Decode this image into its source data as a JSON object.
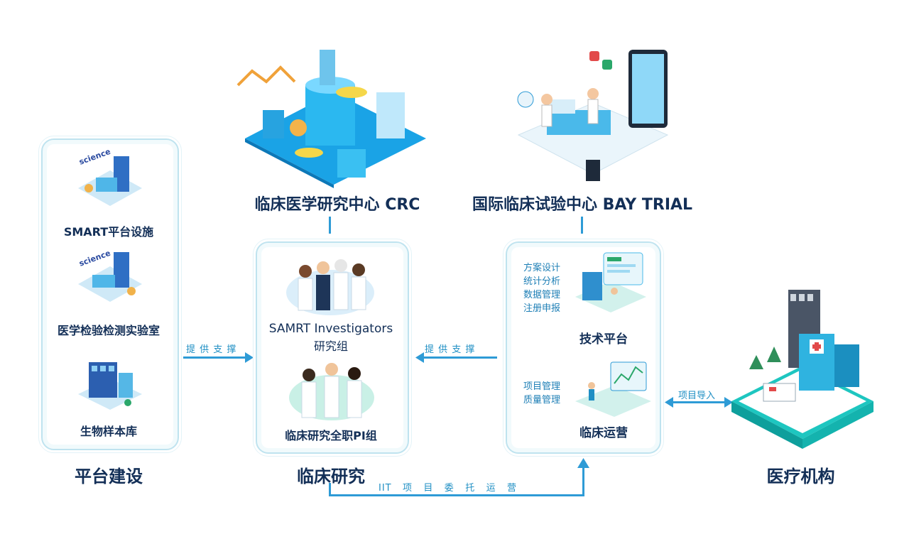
{
  "top": {
    "crc_title": "临床医学研究中心 CRC",
    "bay_title": "国际临床试验中心 BAY TRIAL"
  },
  "platform": {
    "items": [
      "SMART平台设施",
      "医学检验检测实验室",
      "生物样本库"
    ],
    "caption": "平台建设",
    "science_label": "science"
  },
  "research": {
    "group1_line1": "SAMRT Investigators",
    "group1_line2": "研究组",
    "group2": "临床研究全职PI组",
    "caption": "临床研究"
  },
  "ops": {
    "tech_items": [
      "方案设计",
      "统计分析",
      "数据管理",
      "注册申报"
    ],
    "tech_label": "技术平台",
    "clinical_items": [
      "项目管理",
      "质量管理"
    ],
    "clinical_label": "临床运营"
  },
  "institution": {
    "caption": "医疗机构"
  },
  "arrows": {
    "support_left": "提 供 支 撑",
    "support_right": "提 供 支 撑",
    "project_import": "项目导入",
    "iit": "IIT   项   目   委   托   运   营"
  }
}
